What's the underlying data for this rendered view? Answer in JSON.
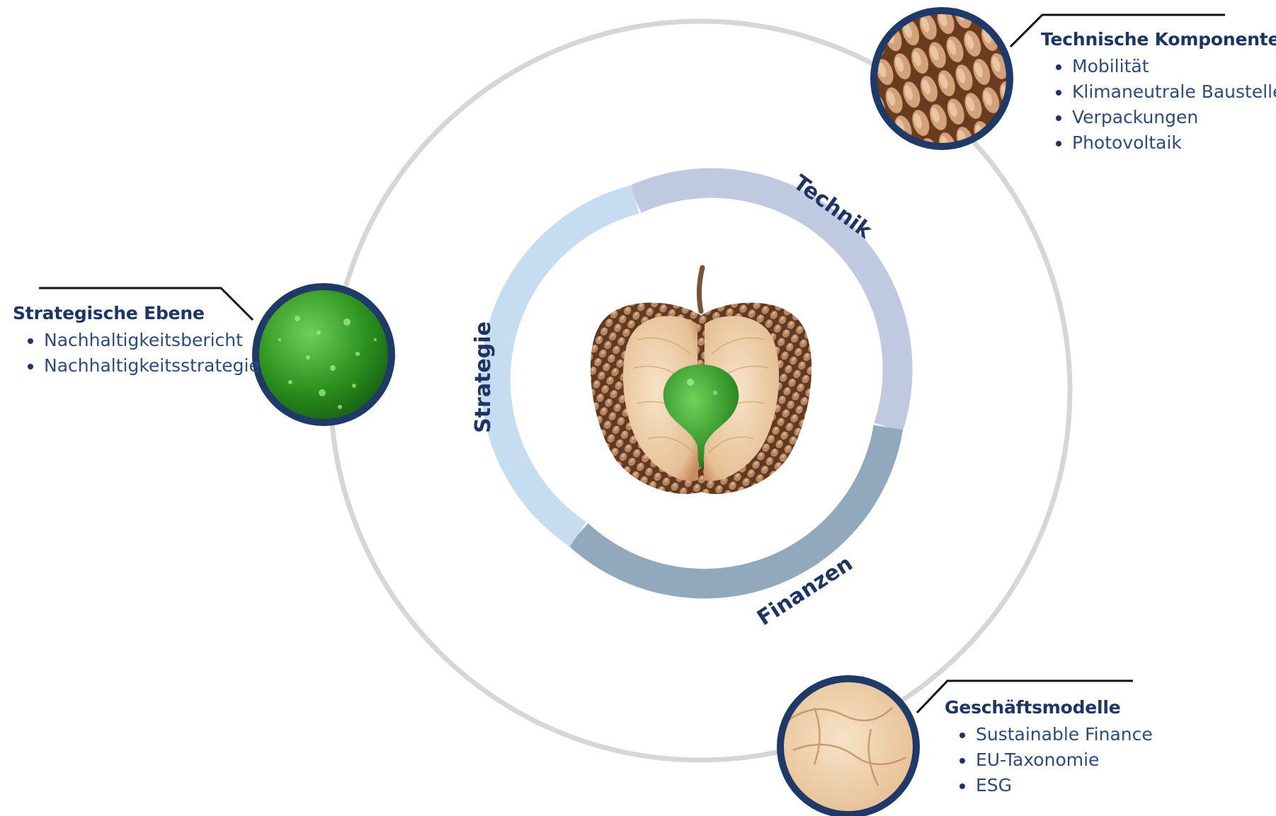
{
  "ring_labels": {
    "technik": "Technik",
    "strategie": "Strategie",
    "finanzen": "Finanzen"
  },
  "callouts": {
    "strategie": {
      "title": "Strategische Ebene",
      "items": [
        "Nachhaltigkeitsbericht",
        "Nachhaltigkeitsstrategie"
      ]
    },
    "technik": {
      "title": "Technische Komponente",
      "items": [
        "Mobilität",
        "Klimaneutrale Baustelle",
        "Verpackungen",
        "Photovoltaik"
      ]
    },
    "geschaeft": {
      "title": "Geschäftsmodelle",
      "items": [
        "Sustainable Finance",
        "EU-Taxonomie",
        "ESG"
      ]
    }
  },
  "colors": {
    "navy": "#1c3563",
    "orbit": "#d6d6d6",
    "segment_strategie": "#c6dcf0",
    "segment_technik": "#bfcae0",
    "segment_finanzen": "#92a9bd",
    "green": "#3c9a2a",
    "nut_brown": "#8a5a35",
    "apple_flesh": "#f1dcc0"
  },
  "icons": {
    "center": "apple-cross-section-icon",
    "strategie": "green-sphere-icon",
    "technik": "nut-texture-icon",
    "geschaeft": "apple-flesh-texture-icon"
  }
}
